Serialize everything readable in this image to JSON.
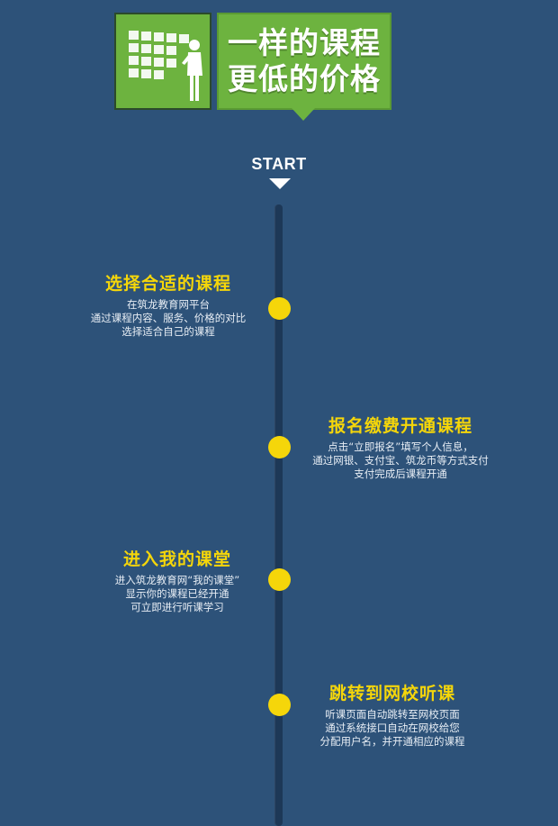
{
  "header": {
    "logo_icon": "teacher-at-board-icon",
    "title_lines": [
      "一样的课程",
      "更低的价格"
    ],
    "colors": {
      "green": "#6db33f",
      "background": "#2d5279"
    }
  },
  "start": {
    "label": "START"
  },
  "steps": [
    {
      "title": "选择合适的课程",
      "lines": [
        "在筑龙教育网平台",
        "通过课程内容、服务、价格的对比",
        "选择适合自己的课程"
      ]
    },
    {
      "title": "报名缴费开通课程",
      "lines": [
        "点击“立即报名”填写个人信息，",
        "通过网银、支付宝、筑龙币等方式支付",
        "支付完成后课程开通"
      ]
    },
    {
      "title": "进入我的课堂",
      "lines": [
        "进入筑龙教育网“我的课堂”",
        "显示你的课程已经开通",
        "可立即进行听课学习"
      ]
    },
    {
      "title": "跳转到网校听课",
      "lines": [
        "听课页面自动跳转至网校页面",
        "通过系统接口自动在网校给您",
        "分配用户名，并开通相应的课程"
      ]
    }
  ],
  "accent_color": "#f5d60a"
}
